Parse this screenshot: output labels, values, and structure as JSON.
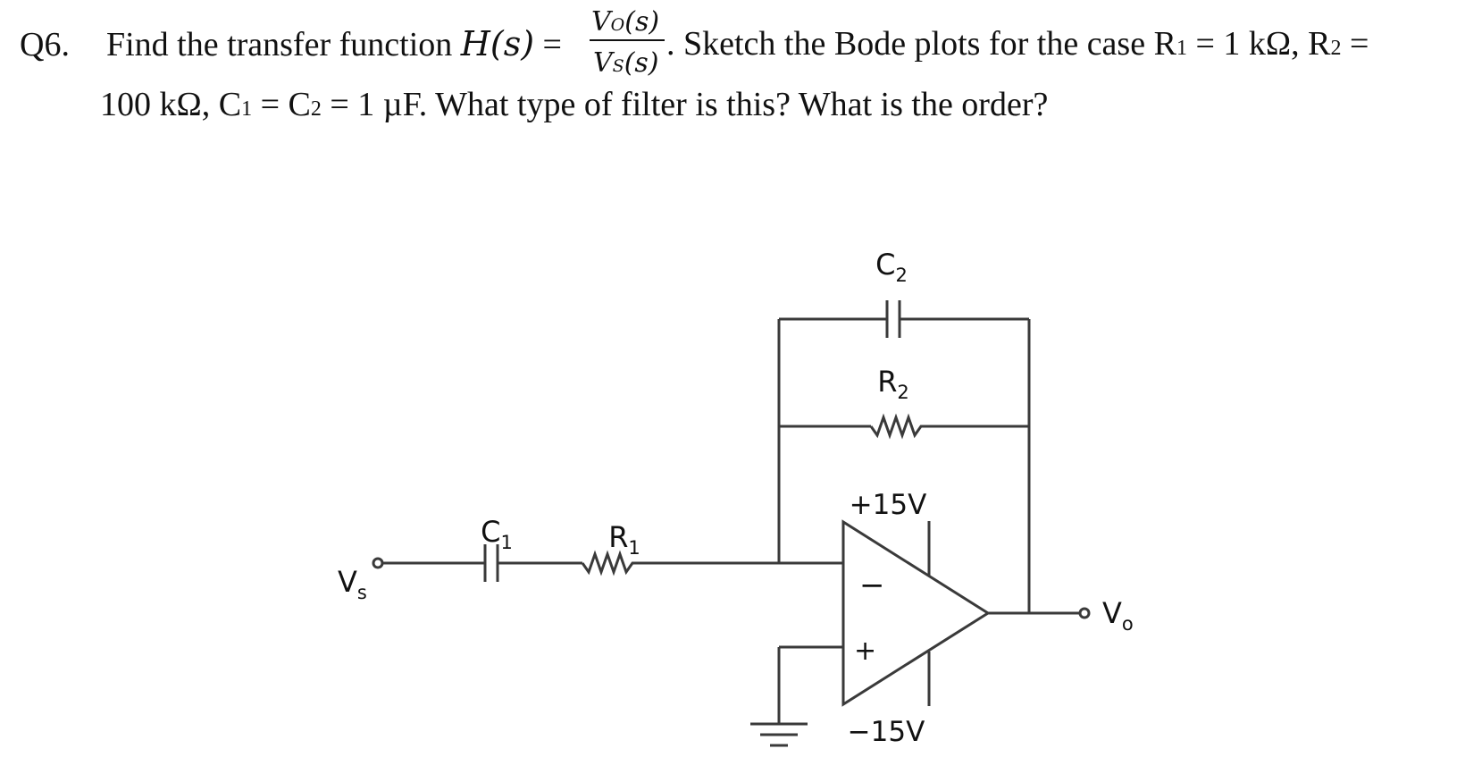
{
  "question": {
    "number": "Q6.",
    "intro": "Find the transfer function ",
    "function_name": "H",
    "function_arg": "(s)",
    "equals": " =",
    "numerator": "V",
    "numerator_sub": "O",
    "numerator_arg": "(s)",
    "denominator": "V",
    "denominator_sub": "S",
    "denominator_arg": "(s)",
    "line1_rest": ". Sketch the Bode plots for the case R",
    "r1_sub": "1",
    "r1_value": " = 1 kΩ, R",
    "r2_sub": "2",
    "r2_eq": " =",
    "line2_start": "100 kΩ, C",
    "c1_sub": "1",
    "c_eq": " = C",
    "c2_sub": "2",
    "line2_rest": " = 1 µF. What type of filter is this? What is the order?"
  },
  "circuit": {
    "input_label": "V",
    "input_sub": "s",
    "output_label": "V",
    "output_sub": "o",
    "c1_label": "C",
    "c1_sub": "1",
    "r1_label": "R",
    "r1_sub": "1",
    "c2_label": "C",
    "c2_sub": "2",
    "r2_label": "R",
    "r2_sub": "2",
    "pos_supply": "+15V",
    "neg_supply": "−15V",
    "inverting_sign": "−",
    "noninverting_sign": "+"
  }
}
